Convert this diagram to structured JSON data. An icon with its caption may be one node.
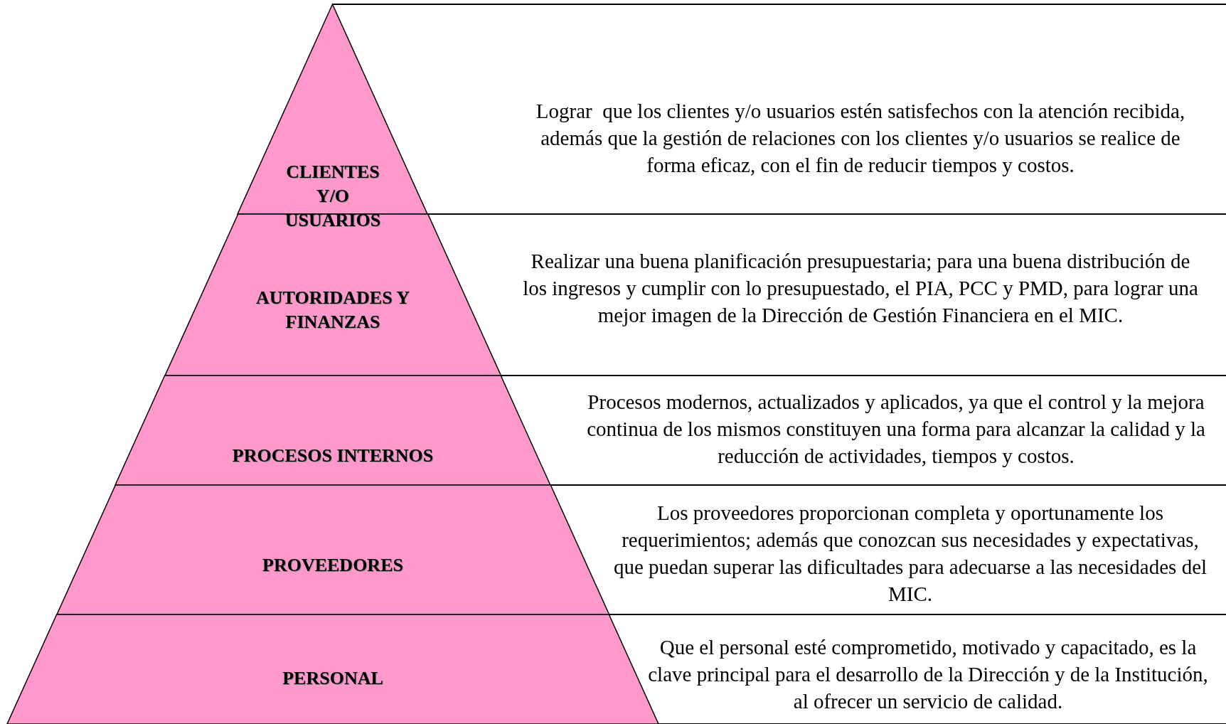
{
  "diagram": {
    "nodes": [
      {
        "text": [
          "CLIENTES Y/O USUARIOS"
        ]
      },
      {
        "text": [
          "AUTORIDADES Y FINANZAS"
        ]
      },
      {
        "text": [
          "PROCESOS INTERNOS"
        ]
      },
      {
        "text": [
          "PROVEEDORES"
        ]
      },
      {
        "text": [
          "PERSONAL"
        ]
      }
    ],
    "labels": [
      "Lograr  que los clientes y/o usuarios estén satisfechos con la atención recibida, además que la gestión de relaciones con los clientes y/o usuarios se realice de forma eficaz, con el fin de reducir tiempos y costos.",
      "Realizar una buena planificación presupuestaria; para una buena distribución de los ingresos y cumplir con lo presupuestado, el PIA, PCC y PMD, para lograr una mejor imagen de la Dirección de Gestión Financiera en el MIC.",
      "Procesos modernos, actualizados y aplicados, ya que el control y la mejora continua de los mismos constituyen una forma para alcanzar la calidad y la reducción de actividades, tiempos y costos.",
      "Los proveedores proporcionan completa y oportunamente los requerimientos; además que conozcan sus necesidades y expectativas, que puedan superar las dificultades para adecuarse a las necesidades del MIC.",
      "Que el personal esté comprometido, motivado y capacitado, es la clave principal para el desarrollo de la Dirección y de la Institución, al ofrecer un servicio de calidad."
    ]
  }
}
